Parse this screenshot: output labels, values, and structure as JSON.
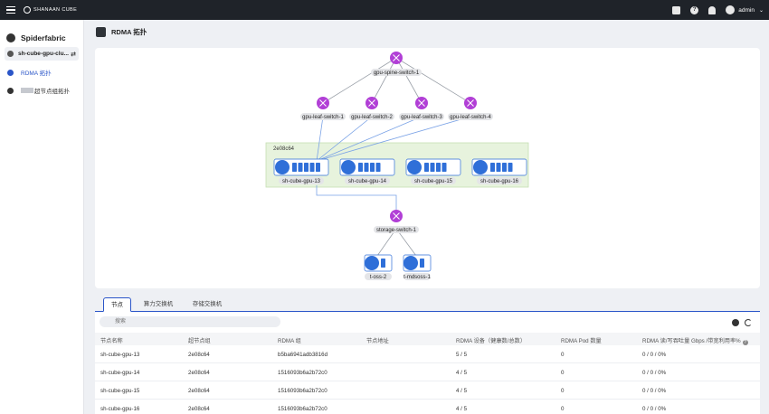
{
  "topbar": {
    "brand": "SHANAAN CUBE",
    "user": "admin",
    "icons": [
      "menu-icon",
      "message-icon",
      "help-icon",
      "bell-icon",
      "user-avatar-icon",
      "chevron-down-icon"
    ]
  },
  "sidebar": {
    "title": "Spiderfabric",
    "cluster": "sh-cube-gpu-clu...",
    "items": [
      {
        "label": "RDMA 拓扑",
        "active": true
      },
      {
        "label": "超节点组拓扑",
        "active": false
      }
    ]
  },
  "header": {
    "title": "RDMA 拓扑"
  },
  "topology": {
    "spine": "gpu-spine-switch-1",
    "leaves": [
      "gpu-leaf-switch-1",
      "gpu-leaf-switch-2",
      "gpu-leaf-switch-3",
      "gpu-leaf-switch-4"
    ],
    "group": "2e08c64",
    "nodes": [
      "sh-cube-gpu-13",
      "sh-cube-gpu-14",
      "sh-cube-gpu-15",
      "sh-cube-gpu-16"
    ],
    "storage_switch": "storage-switch-1",
    "storage_nodes": [
      "t-oss-2",
      "t-mdsoss-1"
    ],
    "colors": {
      "switch": "#b13fd6",
      "node": "#2f6fd8",
      "group_bg": "#e7f3dd",
      "link": "#9aa0a8",
      "link_blue": "#7aa2e6"
    }
  },
  "tabs": [
    "节点",
    "算力交换机",
    "存储交换机"
  ],
  "table": {
    "search_placeholder": "搜索",
    "columns": [
      "节点名称",
      "超节点组",
      "RDMA 组",
      "节点地址",
      "RDMA 设备（健康数/总数）",
      "RDMA Pod 数量",
      "RDMA 读/写吞吐量 Gbps /带宽利用率%"
    ],
    "rows": [
      [
        "sh-cube-gpu-13",
        "2e08c64",
        "b5ba6941adb3816d",
        "",
        "5 / 5",
        "0",
        "0 / 0 / 0%"
      ],
      [
        "sh-cube-gpu-14",
        "2e08c64",
        "1516093b6a2b72c0",
        "",
        "4 / 5",
        "0",
        "0 / 0 / 0%"
      ],
      [
        "sh-cube-gpu-15",
        "2e08c64",
        "1516093b6a2b72c0",
        "",
        "4 / 5",
        "0",
        "0 / 0 / 0%"
      ],
      [
        "sh-cube-gpu-16",
        "2e08c64",
        "1516093b6a2b72c0",
        "",
        "4 / 5",
        "0",
        "0 / 0 / 0%"
      ]
    ]
  }
}
